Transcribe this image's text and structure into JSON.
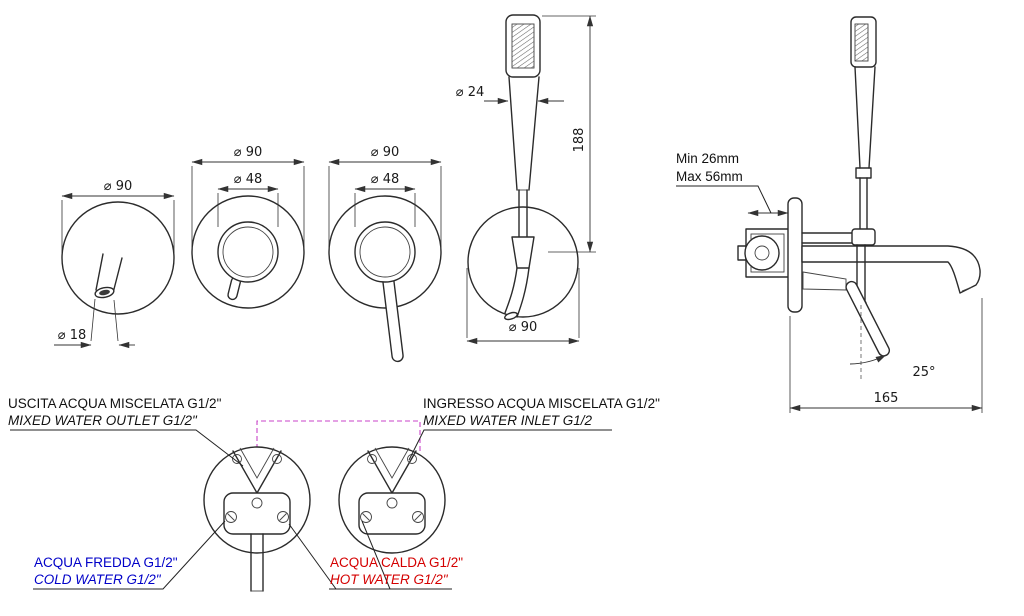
{
  "views": {
    "spout": {
      "plate_dia": "⌀ 90",
      "spout_dia": "⌀ 18"
    },
    "knob": {
      "plate_dia": "⌀ 90",
      "handle_dia": "⌀ 48"
    },
    "lever": {
      "plate_dia": "⌀ 90",
      "handle_dia": "⌀ 48"
    },
    "handshower": {
      "handle_dia": "⌀ 24",
      "height": "188",
      "plate_dia": "⌀ 90"
    },
    "side": {
      "recess_min": "Min 26mm",
      "recess_max": "Max 56mm",
      "lever_angle": "25°",
      "spout_reach": "165"
    }
  },
  "labels": {
    "outlet": {
      "it": "USCITA ACQUA MISCELATA G1/2\"",
      "en": "MIXED WATER OUTLET G1/2\""
    },
    "inlet": {
      "it": "INGRESSO ACQUA MISCELATA G1/2\"",
      "en": "MIXED WATER INLET G1/2"
    },
    "cold": {
      "it": "ACQUA FREDDA G1/2\"",
      "en": "COLD WATER G1/2\""
    },
    "hot": {
      "it": "ACQUA CALDA G1/2\"",
      "en": "HOT WATER G1/2\""
    }
  },
  "colors": {
    "line": "#2b2b2b",
    "cold": "#0000c8",
    "hot": "#d40000",
    "connector_dashed": "#c843c8"
  }
}
